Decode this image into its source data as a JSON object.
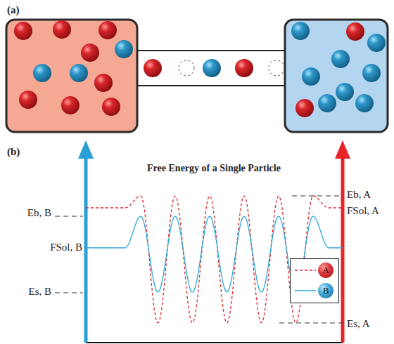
{
  "diagram": {
    "title": "Free Energy of a Single Particle",
    "labels": [
      "(a)",
      "(b)",
      "Eb, B",
      "FSol, B",
      "Es, B",
      "Eb, A",
      "FSol, A",
      "Es, A"
    ],
    "legend": [
      {
        "text": "A"
      },
      {
        "text": "B"
      }
    ]
  }
}
